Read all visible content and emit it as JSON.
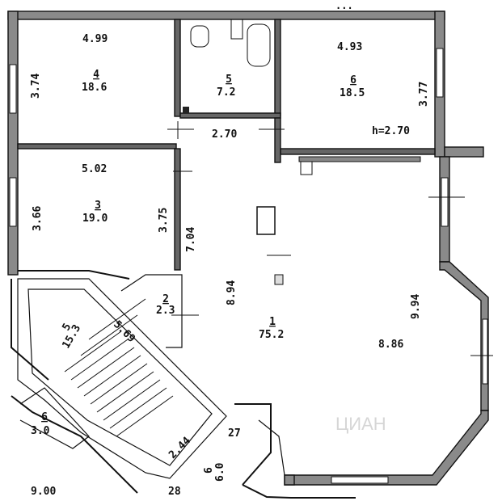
{
  "plan": {
    "ceiling_height": "h=2.70",
    "rooms": [
      {
        "id": "room-4",
        "number": "4",
        "area": "18.6",
        "width_top": "4.99",
        "height_left": "3.74"
      },
      {
        "id": "room-5-bath",
        "number": "5",
        "area": "7.2"
      },
      {
        "id": "room-6",
        "number": "6",
        "area": "18.5",
        "width_top": "4.93",
        "height_right": "3.77"
      },
      {
        "id": "room-3",
        "number": "3",
        "area": "19.0",
        "width_top": "5.02",
        "height_left": "3.66",
        "height_right": "3.75"
      },
      {
        "id": "room-2",
        "number": "2",
        "area": "2.3"
      },
      {
        "id": "room-1",
        "number": "1",
        "area": "75.2",
        "dim_left": "8.94",
        "dim_right": "9.94",
        "dim_width": "8.86",
        "dim_corridor": "7.04"
      },
      {
        "id": "stair-5",
        "number": "5",
        "area": "15.3",
        "dim": "5.69"
      },
      {
        "id": "room-6-small",
        "number": "6",
        "area": "3.0"
      },
      {
        "id": "room-6-balcony",
        "number": "6",
        "area": "6.0"
      }
    ],
    "dimensions": {
      "corridor_width": "2.70",
      "stair_width": "2.44",
      "bottom_left": "9.00",
      "top_partial": "...",
      "marker_27": "27",
      "marker_28": "28"
    },
    "watermark": "ЦИАН"
  }
}
